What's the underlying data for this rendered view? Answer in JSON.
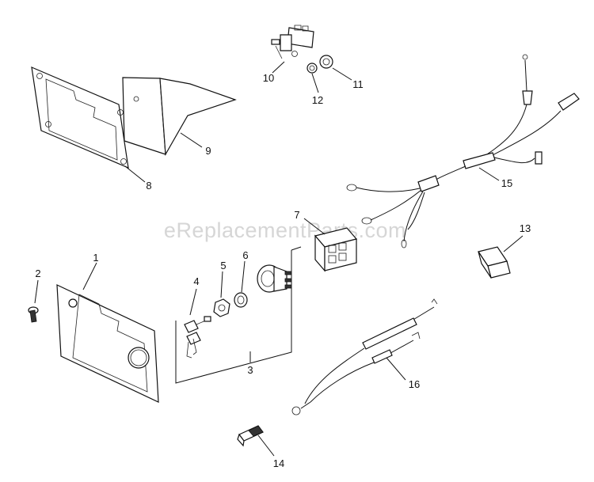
{
  "watermark": "eReplacementParts.com",
  "callouts": {
    "c1": "1",
    "c2": "2",
    "c3": "3",
    "c4": "4",
    "c5": "5",
    "c6": "6",
    "c7": "7",
    "c8": "8",
    "c9": "9",
    "c10": "10",
    "c11": "11",
    "c12": "12",
    "c13": "13",
    "c14": "14",
    "c15": "15",
    "c16": "16"
  }
}
